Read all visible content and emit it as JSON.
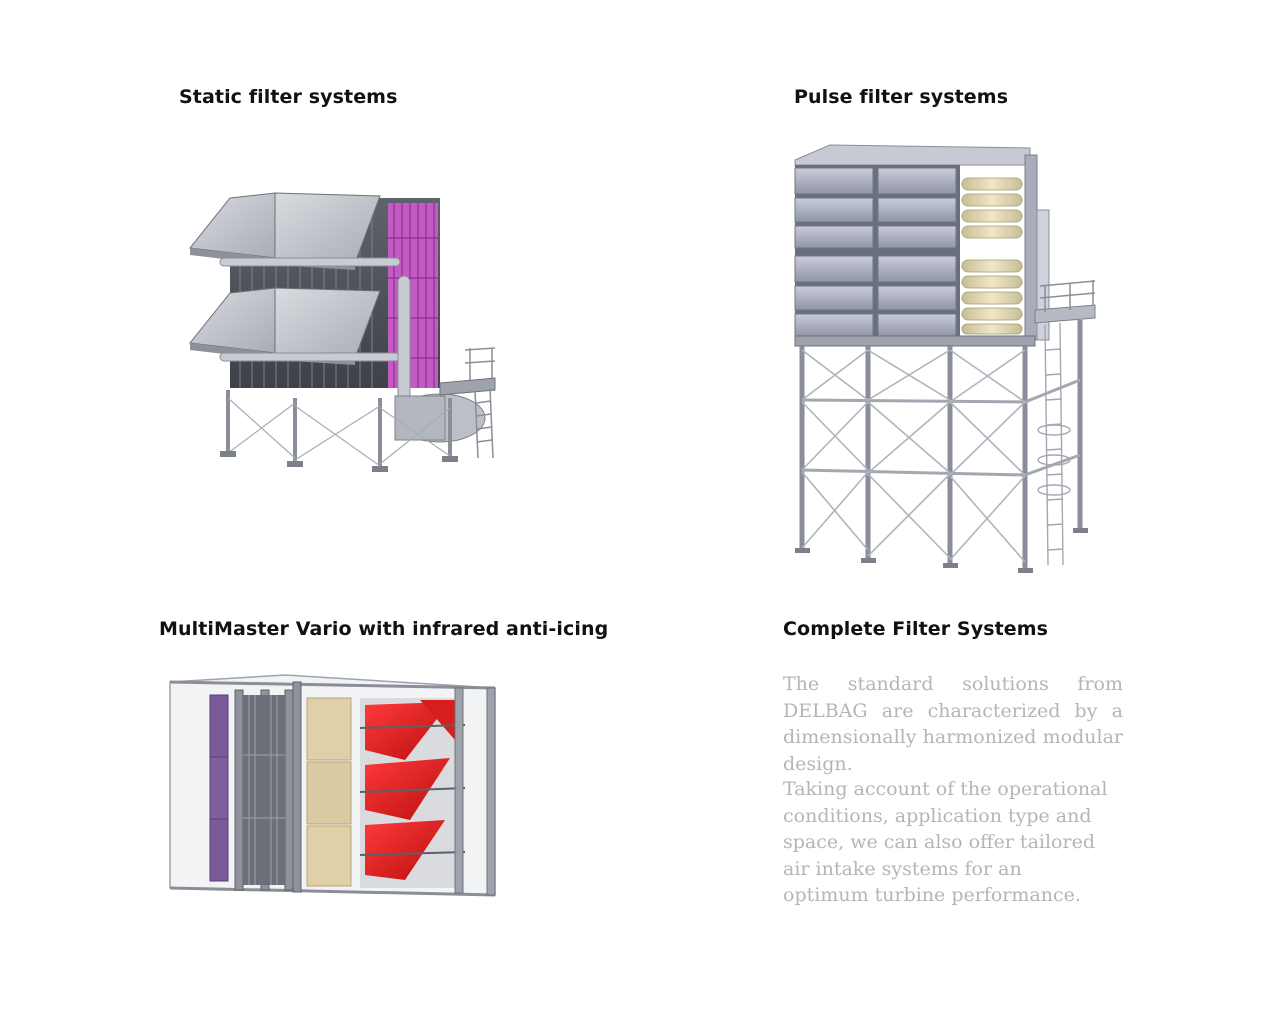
{
  "sections": {
    "static": {
      "title": "Static filter systems"
    },
    "pulse": {
      "title": "Pulse filter systems"
    },
    "multimaster": {
      "title": "MultiMaster Vario with infrared anti-icing"
    },
    "complete": {
      "title": "Complete Filter Systems",
      "paragraph_1": "The standard solutions from DELBAG are characterized by a dimensionally harmonized modular design.",
      "paragraph_2": "Taking account of the operational conditions, application type and space, we can also offer tailored air intake systems for an optimum turbine performance."
    }
  },
  "colors": {
    "heading": "#111111",
    "body_text": "#b5b5b5",
    "steel_light": "#c9ccd2",
    "steel_mid": "#9ea3ab",
    "steel_dark": "#5c6068",
    "filter_magenta": "#c25bc4",
    "filter_purple": "#7a5a9a",
    "filter_beige": "#e0cfa8",
    "heater_red": "#e02020",
    "cartridge_cream": "#e6ddb8"
  }
}
